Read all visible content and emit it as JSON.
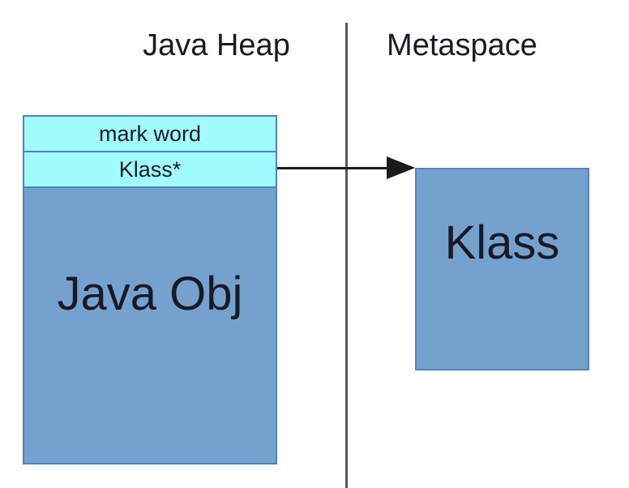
{
  "diagram": {
    "left_panel": {
      "title": "Java Heap"
    },
    "right_panel": {
      "title": "Metaspace"
    },
    "heap_object": {
      "rows": [
        {
          "label": "mark word"
        },
        {
          "label": "Klass*"
        }
      ],
      "body_label": "Java Obj"
    },
    "metaspace_object": {
      "label": "Klass"
    },
    "arrow": {
      "from": "Klass*",
      "to": "Klass"
    },
    "colors": {
      "header_fill": "#a0fcff",
      "body_fill": "#75a1cf",
      "border": "#4f82bd",
      "divider": "#58585a",
      "arrow": "#1a1a1a",
      "text": "#1a1a24"
    }
  }
}
